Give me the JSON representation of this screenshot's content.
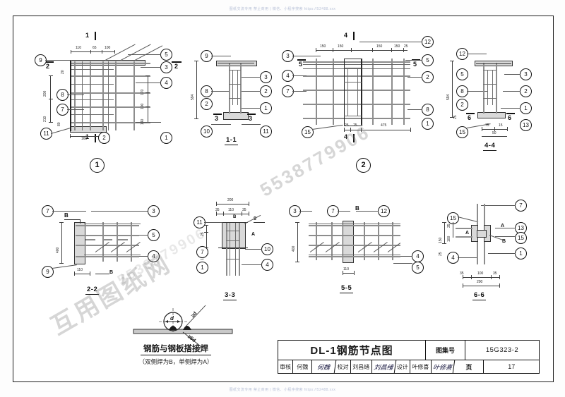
{
  "sheet": {
    "watermark_top": "图纸交流专用 禁止商用 | 微信、小程序搜索 https://52488.xxx",
    "watermark_bottom": "图纸交流专用 禁止商用 | 微信、小程序搜索 https://52488.xxx",
    "diag_watermark_1": "互用图纸网",
    "diag_watermark_2": "5538779906"
  },
  "title_block": {
    "drawing_title": "DL-1钢筋节点图",
    "atlas_label": "图集号",
    "atlas_number": "15G323-2",
    "page_label": "页",
    "page_number": "17",
    "roles": [
      {
        "label": "审核",
        "name": "何魏",
        "signature": "何魏"
      },
      {
        "label": "校对",
        "name": "刘昌绪",
        "signature": "刘昌绪"
      },
      {
        "label": "设计",
        "name": "叶修喜",
        "signature": "叶修喜"
      }
    ]
  },
  "weld_note": {
    "title": "钢筋与钢板搭接焊",
    "subtitle": "（双侧焊为B，单侧焊为A）",
    "dia_label": "d",
    "leg_label_1": "≥d",
    "leg_label_2": "≥5d"
  },
  "details": [
    {
      "id": "detail-1",
      "caption": "1",
      "caption_style": "circle",
      "section_marks": [
        "1",
        "1"
      ],
      "side_marks": [
        "2",
        "2"
      ],
      "balloons": [
        "9",
        "5",
        "3",
        "4",
        "8",
        "7",
        "11",
        "2",
        "1"
      ],
      "dims_top": [
        "110",
        "65",
        "100"
      ],
      "dims_left": [
        "200",
        "210",
        "80"
      ],
      "dims_right": [
        "170",
        "100",
        "140"
      ],
      "dims_bottom": [
        "160"
      ],
      "dim_small": "20"
    },
    {
      "id": "section-1-1",
      "caption": "1-1",
      "caption_style": "underline",
      "section_marks": [
        "3",
        "3"
      ],
      "balloons": [
        "9",
        "3",
        "8",
        "2",
        "2",
        "1",
        "10",
        "11"
      ],
      "dims_left": [
        "594"
      ]
    },
    {
      "id": "detail-2",
      "caption": "2",
      "caption_style": "circle",
      "section_marks": [
        "4",
        "4"
      ],
      "side_marks": [
        "5",
        "5"
      ],
      "balloons": [
        "3",
        "12",
        "5",
        "4",
        "2",
        "7",
        "8",
        "1",
        "15"
      ],
      "dims_top": [
        "150",
        "150",
        "150",
        "150",
        "25"
      ],
      "dims_bottom": [
        "25",
        "75",
        "475"
      ]
    },
    {
      "id": "section-4-4",
      "caption": "4-4",
      "caption_style": "underline",
      "section_marks": [
        "6",
        "6"
      ],
      "balloons": [
        "12",
        "5",
        "3",
        "8",
        "2",
        "2",
        "1",
        "13",
        "15"
      ],
      "dims_left": [
        "594",
        "25"
      ],
      "dims_bottom": [
        "75",
        "15",
        "50"
      ]
    },
    {
      "id": "section-2-2",
      "caption": "2-2",
      "caption_style": "underline",
      "balloons": [
        "7",
        "3",
        "5",
        "4",
        "9"
      ],
      "dims_left": [
        "400"
      ],
      "dims_bottom": [
        "110"
      ],
      "weld_symbol": "B"
    },
    {
      "id": "section-3-3",
      "caption": "3-3",
      "caption_style": "underline",
      "balloons": [
        "11",
        "10",
        "4",
        "7",
        "1"
      ],
      "dims_top": [
        "35",
        "110",
        "35",
        "200"
      ],
      "dims_left": [
        "25",
        "125",
        "10"
      ],
      "weld_symbol": "8",
      "weld_letter_a": "A",
      "weld_letter_b": "B"
    },
    {
      "id": "section-5-5",
      "caption": "5-5",
      "caption_style": "underline",
      "balloons": [
        "3",
        "7",
        "12",
        "4",
        "5"
      ],
      "dims_left": [
        "400"
      ],
      "dims_bottom": [
        "110"
      ],
      "weld_symbol": "B"
    },
    {
      "id": "section-6-6",
      "caption": "6-6",
      "caption_style": "underline",
      "balloons": [
        "7",
        "15",
        "13",
        "15",
        "4",
        "1"
      ],
      "dims_left": [
        "35",
        "150",
        "100",
        "25"
      ],
      "dims_bottom": [
        "35",
        "100",
        "35",
        "200"
      ],
      "weld_letters": [
        "A",
        "A",
        "B"
      ]
    }
  ]
}
